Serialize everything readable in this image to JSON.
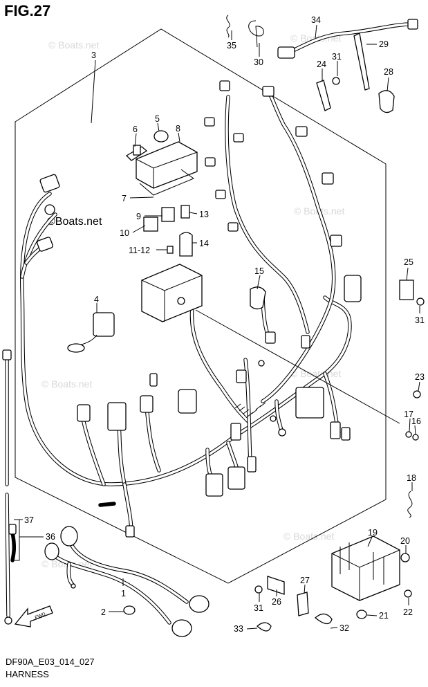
{
  "figure": {
    "title": "FIG.27",
    "code": "DF90A_E03_014_027",
    "name": "HARNESS",
    "watermark": "© Boats.net",
    "watermark_bold": "©Boats.net",
    "fwd_label": "FWD"
  },
  "callouts": [
    {
      "id": "c1",
      "label": "1"
    },
    {
      "id": "c2",
      "label": "2"
    },
    {
      "id": "c3",
      "label": "3"
    },
    {
      "id": "c4",
      "label": "4"
    },
    {
      "id": "c5",
      "label": "5"
    },
    {
      "id": "c6",
      "label": "6"
    },
    {
      "id": "c7",
      "label": "7"
    },
    {
      "id": "c8",
      "label": "8"
    },
    {
      "id": "c9",
      "label": "9"
    },
    {
      "id": "c10",
      "label": "10"
    },
    {
      "id": "c11",
      "label": "11-12"
    },
    {
      "id": "c13",
      "label": "13"
    },
    {
      "id": "c14",
      "label": "14"
    },
    {
      "id": "c15",
      "label": "15"
    },
    {
      "id": "c16",
      "label": "16"
    },
    {
      "id": "c17",
      "label": "17"
    },
    {
      "id": "c18",
      "label": "18"
    },
    {
      "id": "c19",
      "label": "19"
    },
    {
      "id": "c20",
      "label": "20"
    },
    {
      "id": "c21",
      "label": "21"
    },
    {
      "id": "c22",
      "label": "22"
    },
    {
      "id": "c23",
      "label": "23"
    },
    {
      "id": "c24",
      "label": "24"
    },
    {
      "id": "c25",
      "label": "25"
    },
    {
      "id": "c26",
      "label": "26"
    },
    {
      "id": "c27",
      "label": "27"
    },
    {
      "id": "c28",
      "label": "28"
    },
    {
      "id": "c29",
      "label": "29"
    },
    {
      "id": "c30",
      "label": "30"
    },
    {
      "id": "c31a",
      "label": "31"
    },
    {
      "id": "c31b",
      "label": "31"
    },
    {
      "id": "c31c",
      "label": "31"
    },
    {
      "id": "c32",
      "label": "32"
    },
    {
      "id": "c33",
      "label": "33"
    },
    {
      "id": "c34",
      "label": "34"
    },
    {
      "id": "c35",
      "label": "35"
    },
    {
      "id": "c36",
      "label": "36"
    },
    {
      "id": "c37",
      "label": "37"
    }
  ]
}
